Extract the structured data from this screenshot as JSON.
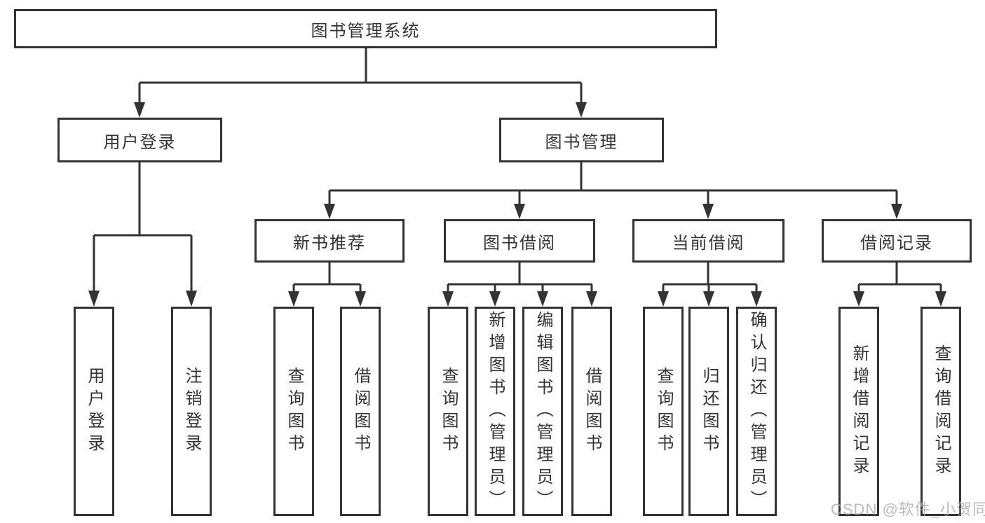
{
  "diagram": {
    "root": {
      "label": "图书管理系统"
    },
    "login": {
      "label": "用户登录",
      "children": [
        {
          "label": "用户登录"
        },
        {
          "label": "注销登录"
        }
      ]
    },
    "mgmt": {
      "label": "图书管理",
      "sections": [
        {
          "label": "新书推荐",
          "children": [
            {
              "label": "查询图书"
            },
            {
              "label": "借阅图书"
            }
          ]
        },
        {
          "label": "图书借阅",
          "children": [
            {
              "label": "查询图书"
            },
            {
              "label": "新增图书（管理员）"
            },
            {
              "label": "编辑图书（管理员）"
            },
            {
              "label": "借阅图书"
            }
          ]
        },
        {
          "label": "当前借阅",
          "children": [
            {
              "label": "查询图书"
            },
            {
              "label": "归还图书"
            },
            {
              "label": "确认归还（管理员）"
            }
          ]
        },
        {
          "label": "借阅记录",
          "children": [
            {
              "label": "新增借阅记录"
            },
            {
              "label": "查询借阅记录"
            }
          ]
        }
      ]
    },
    "watermark": "CSDN @软件_小贺同学",
    "colors": {
      "line": "#333333",
      "text": "#333333",
      "watermark": "#a9a9a9",
      "background": "#ffffff"
    }
  }
}
